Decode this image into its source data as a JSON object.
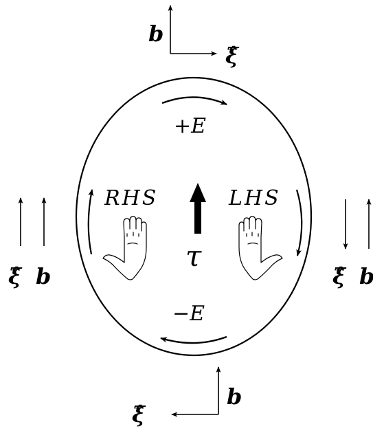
{
  "labels": {
    "plus_e": "+E",
    "minus_e": "−E",
    "rhs": "RHS",
    "lhs": "LHS",
    "tau": "τ"
  },
  "vectors": {
    "b": "b",
    "xi_hat": "ξ̂"
  },
  "icons": {
    "right_hand": "right-hand-icon",
    "left_hand": "left-hand-icon"
  },
  "colors": {
    "ink": "#000000",
    "background": "#ffffff"
  }
}
